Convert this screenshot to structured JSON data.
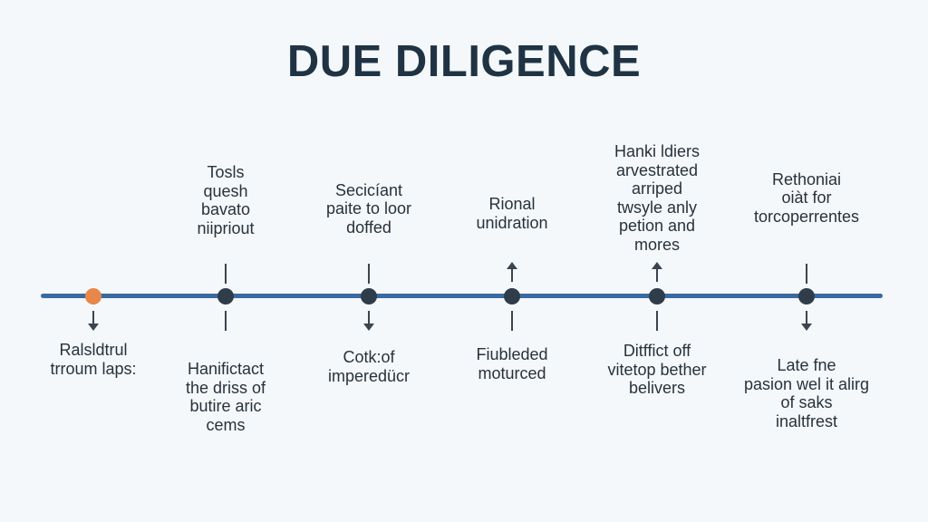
{
  "title": "DUE DILIGENCE",
  "colors": {
    "axis": "#3a6aa0",
    "start_node": "#e8874a",
    "node": "#2f3d4a",
    "title": "#1f3344"
  },
  "events": [
    {
      "top_label": [],
      "top_connector": "none",
      "bottom_connector": "arrow-down",
      "bottom_label": [
        "Ralsldtrul",
        "trroum laps:"
      ],
      "start": true
    },
    {
      "top_label": [
        "Tosls",
        "quesh",
        "bavato",
        "niipriout"
      ],
      "top_connector": "line",
      "bottom_connector": "line",
      "bottom_label": [
        "Hanifictact",
        "the driss of",
        "butire aric",
        "cems"
      ]
    },
    {
      "top_label": [
        "Secicíant",
        "paite to loor",
        "doffed"
      ],
      "top_connector": "line",
      "bottom_connector": "arrow-down",
      "bottom_label": [
        "Cotk:of",
        "imperedücr"
      ]
    },
    {
      "top_label": [
        "Rional",
        "unidration"
      ],
      "top_connector": "arrow-up",
      "bottom_connector": "line",
      "bottom_label": [
        "Fiubleded",
        "moturced"
      ]
    },
    {
      "top_label": [
        "Hanki ldiers",
        "arvestrated",
        "arriped",
        "twsyle anly",
        "petion and",
        "mores"
      ],
      "top_connector": "arrow-up",
      "bottom_connector": "line",
      "bottom_label": [
        "Ditffict off",
        "vitetop bether",
        "belivers"
      ]
    },
    {
      "top_label": [
        "Rethoniai",
        "oiàt for",
        "torcoperrentes"
      ],
      "top_connector": "line",
      "bottom_connector": "arrow-down",
      "bottom_label": [
        "Late fne",
        "pasion wel it alirg",
        "of saks",
        "inaltfrest"
      ]
    }
  ]
}
